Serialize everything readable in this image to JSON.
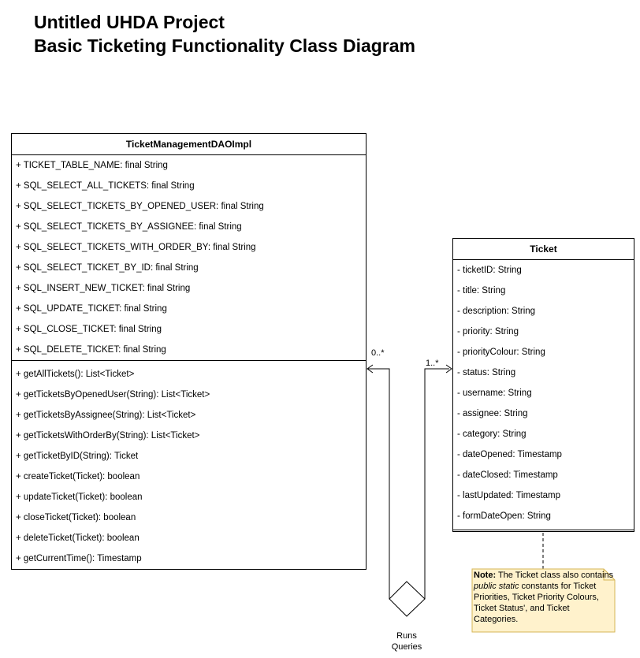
{
  "header": {
    "title_line1": "Untitled UHDA Project",
    "title_line2": "Basic Ticketing Functionality Class Diagram"
  },
  "dao_class": {
    "name": "TicketManagementDAOImpl",
    "attributes": [
      "+ TICKET_TABLE_NAME: final String",
      "+ SQL_SELECT_ALL_TICKETS: final String",
      "+ SQL_SELECT_TICKETS_BY_OPENED_USER: final String",
      "+ SQL_SELECT_TICKETS_BY_ASSIGNEE: final String",
      "+ SQL_SELECT_TICKETS_WITH_ORDER_BY: final String",
      "+ SQL_SELECT_TICKET_BY_ID: final String",
      "+ SQL_INSERT_NEW_TICKET: final String",
      "+ SQL_UPDATE_TICKET: final String",
      "+ SQL_CLOSE_TICKET: final String",
      "+ SQL_DELETE_TICKET: final String"
    ],
    "methods": [
      "+ getAllTickets(): List<Ticket>",
      "+ getTicketsByOpenedUser(String): List<Ticket>",
      "+ getTicketsByAssignee(String): List<Ticket>",
      "+ getTicketsWithOrderBy(String): List<Ticket>",
      "+ getTicketByID(String): Ticket",
      "+ createTicket(Ticket): boolean",
      "+ updateTicket(Ticket): boolean",
      "+ closeTicket(Ticket): boolean",
      "+ deleteTicket(Ticket): boolean",
      "+ getCurrentTime(): Timestamp"
    ]
  },
  "ticket_class": {
    "name": "Ticket",
    "attributes": [
      "- ticketID: String",
      "- title: String",
      "- description: String",
      "- priority: String",
      "- priorityColour: String",
      "- status: String",
      "- username: String",
      "- assignee: String",
      "- category: String",
      "- dateOpened: Timestamp",
      "- dateClosed: Timestamp",
      "- lastUpdated: Timestamp",
      "- formDateOpen: String"
    ]
  },
  "association": {
    "multiplicity_dao": "0..*",
    "multiplicity_ticket": "1..*",
    "label_line1": "Runs",
    "label_line2": "Queries"
  },
  "note": {
    "bold": "Note:",
    "text_before": " The Ticket class also contains ",
    "italic": "public static",
    "text_after": " constants for Ticket Priorities, Ticket Priority Colours, Ticket Status', and Ticket Categories."
  },
  "colors": {
    "note_fill": "#fff2cc",
    "note_border": "#d6b656",
    "line": "#000000"
  }
}
